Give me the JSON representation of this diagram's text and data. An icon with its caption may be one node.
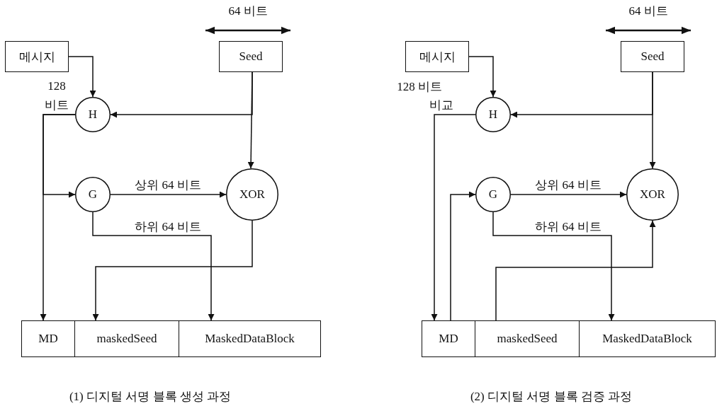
{
  "diagram": {
    "nodes": [
      {
        "text": [
          "메시지"
        ]
      },
      {
        "text": [
          "Seed"
        ]
      },
      {
        "text": [
          "H"
        ]
      },
      {
        "text": [
          "G"
        ]
      },
      {
        "text": [
          "XOR"
        ]
      },
      {
        "text": [
          "MD"
        ]
      },
      {
        "text": [
          "maskedSeed"
        ]
      },
      {
        "text": [
          "MaskedDataBlock"
        ]
      },
      {
        "text": [
          "메시지"
        ]
      },
      {
        "text": [
          "Seed"
        ]
      },
      {
        "text": [
          "H"
        ]
      },
      {
        "text": [
          "G"
        ]
      },
      {
        "text": [
          "XOR"
        ]
      },
      {
        "text": [
          "MD"
        ]
      },
      {
        "text": [
          "maskedSeed"
        ]
      },
      {
        "text": [
          "MaskedDataBlock"
        ]
      }
    ],
    "edges": [
      {
        "from": 0,
        "to": 2,
        "arrow": "to"
      },
      {
        "from": 1,
        "to": 2,
        "arrow": "to"
      },
      {
        "from": 1,
        "to": 4,
        "arrow": "to"
      },
      {
        "from": 2,
        "to": 5,
        "arrow": "to"
      },
      {
        "from": 2,
        "to": 3,
        "arrow": "to"
      },
      {
        "from": 3,
        "to": 4,
        "arrow": "to",
        "label": "상위 64 비트"
      },
      {
        "from": 3,
        "to": 7,
        "arrow": "to",
        "label": "하위 64 비트"
      },
      {
        "from": 4,
        "to": 6,
        "arrow": "to"
      },
      {
        "from": 8,
        "to": 10,
        "arrow": "to"
      },
      {
        "from": 9,
        "to": 10,
        "arrow": "to"
      },
      {
        "from": 9,
        "to": 12,
        "arrow": "to"
      },
      {
        "from": 10,
        "to": 13,
        "arrow": "to"
      },
      {
        "from": 13,
        "to": 11,
        "arrow": "to"
      },
      {
        "from": 11,
        "to": 12,
        "arrow": "to",
        "label": "상위 64 비트"
      },
      {
        "from": 11,
        "to": 15,
        "arrow": "to",
        "label": "하위 64 비트"
      },
      {
        "from": 14,
        "to": 12,
        "arrow": "to"
      }
    ],
    "labels": [
      "64 비트",
      "128",
      "비트",
      "(1) 디지털 서명 블록 생성 과정",
      "64 비트",
      "128 비트",
      "비교",
      "(2) 디지털 서명 블록 검증 과정"
    ]
  }
}
